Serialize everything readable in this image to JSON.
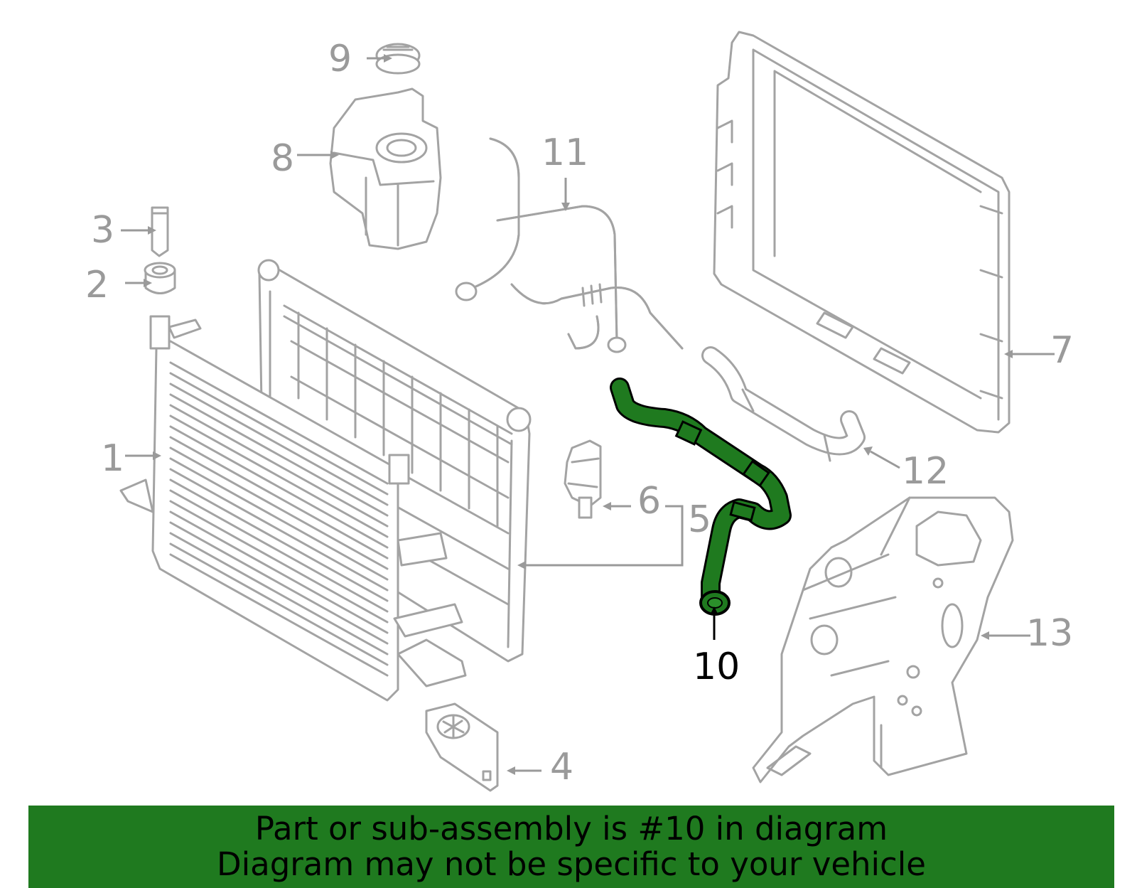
{
  "callouts": {
    "c1": "1",
    "c2": "2",
    "c3": "3",
    "c4": "4",
    "c5": "5",
    "c6": "6",
    "c7": "7",
    "c8": "8",
    "c9": "9",
    "c10": "10",
    "c11": "11",
    "c12": "12",
    "c13": "13"
  },
  "highlighted_part": "10",
  "colors": {
    "highlight": "#1f7a1f",
    "parts": "#a3a3a3",
    "banner": "#1f7a1f"
  },
  "banner": {
    "line1": "Part or sub-assembly is #10 in diagram",
    "line2": "Diagram may not be specific to your vehicle"
  }
}
